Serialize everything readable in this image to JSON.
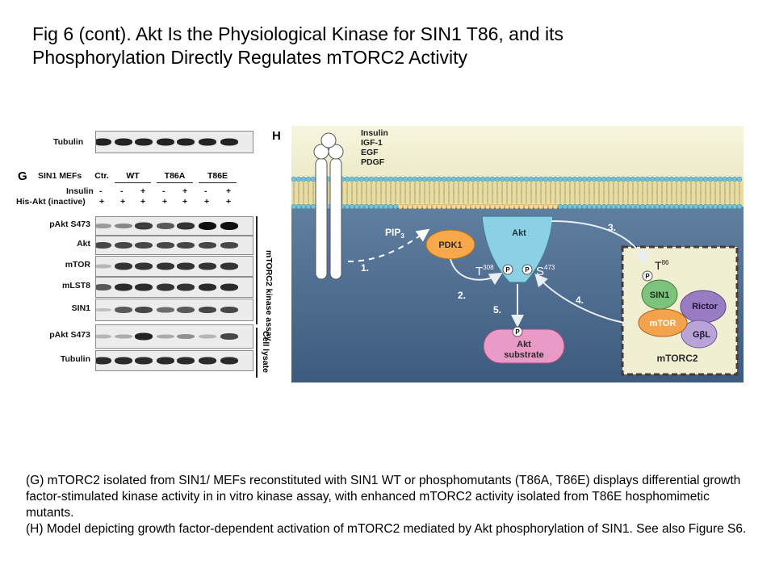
{
  "title": {
    "line1": "Fig 6 (cont). Akt Is the Physiological Kinase for SIN1 T86, and its",
    "line2": "Phosphorylation Directly Regulates mTORC2 Activity"
  },
  "panel_g": {
    "letter": "G",
    "tubulin_top_label": "Tubulin",
    "row_header_cells": "SIN1 MEFs",
    "row_insulin": "Insulin",
    "row_his_akt": "His-Akt (inactive)",
    "groups": [
      "Ctr.",
      "WT",
      "T86A",
      "T86E"
    ],
    "insulin_signs": [
      "-",
      "-",
      "+",
      "-",
      "+",
      "-",
      "+"
    ],
    "his_akt_signs": [
      "+",
      "+",
      "+",
      "+",
      "+",
      "+",
      "+"
    ],
    "blot_labels": [
      "pAkt S473",
      "Akt",
      "mTOR",
      "mLST8",
      "SIN1",
      "pAkt S473",
      "Tubulin"
    ],
    "bracket_kinase": "mTORC2 kinase assay",
    "bracket_lysate": "Cell lysate"
  },
  "panel_h": {
    "letter": "H",
    "growth_factors": [
      "Insulin",
      "IGF-1",
      "EGF",
      "PDGF"
    ],
    "pip3": "PIP",
    "pip3_sub": "3",
    "pdk1": "PDK1",
    "akt": "Akt",
    "t308": "T",
    "t308_sup": "308",
    "s473": "S",
    "s473_sup": "473",
    "p": "P",
    "akt_substrate_1": "Akt",
    "akt_substrate_2": "substrate",
    "t86": "T",
    "t86_sup": "86",
    "sin1": "SIN1",
    "rictor": "Rictor",
    "mtor": "mTOR",
    "gbl": "GβL",
    "mtorc2": "mTORC2",
    "steps": [
      "1.",
      "2.",
      "3.",
      "4.",
      "5."
    ]
  },
  "caption": {
    "g_text": "(G) mTORC2 isolated from SIN1/ MEFs reconstituted with SIN1 WT or phosphomutants (T86A, T86E) displays differential growth factor-stimulated kinase activity in in vitro kinase assay, with enhanced mTORC2 activity isolated from T86E  hosphomimetic mutants.",
    "h_text": "(H) Model depicting growth factor-dependent activation of mTORC2 mediated by Akt phosphorylation of SIN1. See also Figure S6."
  },
  "colors": {
    "membrane_head": "#74c2d8",
    "membrane_tail": "#f2e3a8",
    "cytoplasm": "#4f6f92",
    "extracellular": "#f1efd2",
    "pdk1": "#f6a84a",
    "akt": "#8bd0e4",
    "sin1": "#7dc37b",
    "rictor": "#9a7cc4",
    "mtor": "#f3a34c",
    "gbl": "#b9a4d8",
    "substrate": "#e99ac7"
  }
}
